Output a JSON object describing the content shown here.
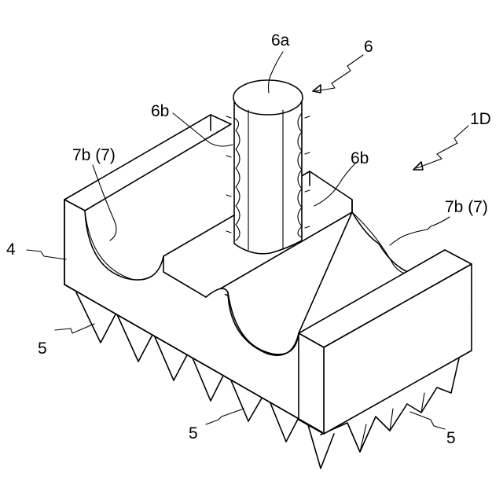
{
  "labels": {
    "l_6a": "6a",
    "l_6": "6",
    "l_6b_left": "6b",
    "l_1d": "1D",
    "l_7b_left": "7b (7)",
    "l_6b_right": "6b",
    "l_7b_right": "7b (7)",
    "l_4": "4",
    "l_5_left": "5",
    "l_5_bottom": "5",
    "l_5_right": "5"
  },
  "colors": {
    "line": "#000000",
    "background": "#ffffff"
  }
}
